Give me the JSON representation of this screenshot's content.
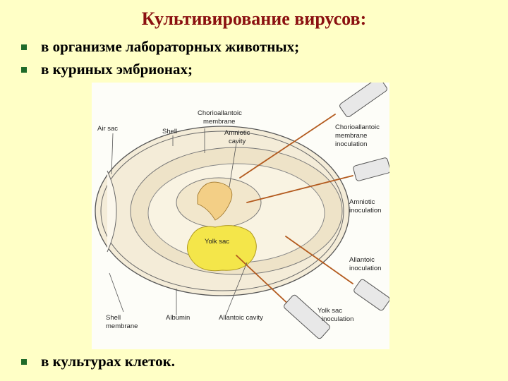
{
  "slide": {
    "title": "Культивирование вирусов:",
    "bullets": [
      "в организме лабораторных животных;",
      "в куриных эмбрионах;",
      "в культурах клеток."
    ],
    "bullet_color": "#1f6b2a",
    "title_color": "#8a1010"
  },
  "diagram": {
    "labels": {
      "air_sac": "Air sac",
      "shell": "Shell",
      "chorioallantoic_membrane": [
        "Chorioallantoic",
        "membrane"
      ],
      "amniotic_cavity": [
        "Amniotic",
        "cavity"
      ],
      "cam_inoculation": [
        "Chorioallantoic",
        "membrane",
        "inoculation"
      ],
      "amniotic_inoculation": [
        "Amniotic",
        "inoculation"
      ],
      "allantoic_inoculation": [
        "Allantoic",
        "inoculation"
      ],
      "yolk_sac": "Yolk sac",
      "yolk_sac_inoculation": [
        "Yolk sac",
        "inoculation"
      ],
      "shell_membrane": [
        "Shell",
        "membrane"
      ],
      "albumin": "Albumin",
      "allantoic_cavity": "Allantoic cavity"
    }
  }
}
